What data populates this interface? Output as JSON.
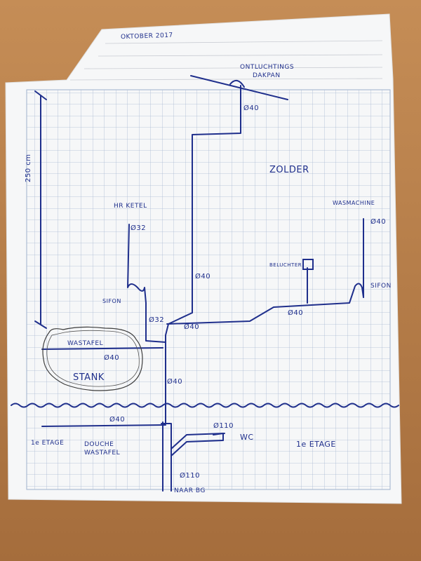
{
  "header": {
    "date": "OKTOBER 2017"
  },
  "labels": {
    "vent": "ONTLUCHTINGS",
    "vent2": "DAKPAN",
    "zolder": "ZOLDER",
    "height": "250 cm",
    "hr_ketel": "HR KETEL",
    "wasmachine": "WASMACHINE",
    "beluchter": "BELUCHTER",
    "sifon_left": "SIFON",
    "sifon_right": "SIFON",
    "wastafel": "WASTAFEL",
    "stank": "STANK",
    "first_floor_left": "1e ETAGE",
    "douche": "DOUCHE",
    "wastafel2": "WASTAFEL",
    "wc": "WC",
    "first_floor_right": "1e ETAGE",
    "naar_bg": "NAAR BG"
  },
  "diameters": {
    "d40_top": "Ø40",
    "d32_ketel": "Ø32",
    "d40_wasmachine": "Ø40",
    "d40_vertical": "Ø40",
    "d32_lower": "Ø32",
    "d40_junction": "Ø40",
    "d40_horizontal": "Ø40",
    "d40_wastafel": "Ø40",
    "d40_down": "Ø40",
    "d40_first": "Ø40",
    "d110_wc": "Ø110",
    "d110_down": "Ø110"
  },
  "colors": {
    "ink": "#1f2f8c",
    "grid": "#9fb2cc",
    "paper": "#f7f8f9",
    "table": "#b97f4a"
  }
}
